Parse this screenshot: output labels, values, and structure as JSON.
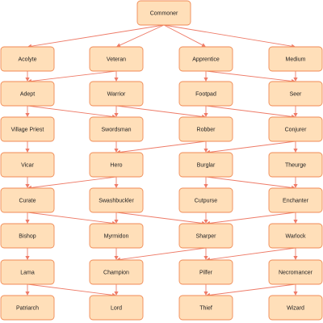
{
  "diagram": {
    "colors": {
      "node_fill": "#ffdfb9",
      "node_stroke": "#f08a55",
      "edge": "#ee7b68",
      "text": "#222222"
    },
    "root": {
      "id": "commoner",
      "label": "Commoner"
    },
    "rows": [
      [
        {
          "id": "acolyte",
          "label": "Acolyte"
        },
        {
          "id": "veteran",
          "label": "Veteran"
        },
        {
          "id": "apprentice",
          "label": "Apprentice"
        },
        {
          "id": "medium",
          "label": "Medium"
        }
      ],
      [
        {
          "id": "adept",
          "label": "Adept"
        },
        {
          "id": "warrior",
          "label": "Warrior"
        },
        {
          "id": "footpad",
          "label": "Footpad"
        },
        {
          "id": "seer",
          "label": "Seer"
        }
      ],
      [
        {
          "id": "village-priest",
          "label": "Village Priest"
        },
        {
          "id": "swordsman",
          "label": "Swordsman"
        },
        {
          "id": "robber",
          "label": "Robber"
        },
        {
          "id": "conjurer",
          "label": "Conjurer"
        }
      ],
      [
        {
          "id": "vicar",
          "label": "Vicar"
        },
        {
          "id": "hero",
          "label": "Hero"
        },
        {
          "id": "burglar",
          "label": "Burglar"
        },
        {
          "id": "theurge",
          "label": "Theurge"
        }
      ],
      [
        {
          "id": "curate",
          "label": "Curate"
        },
        {
          "id": "swashbuckler",
          "label": "Swashbuckler"
        },
        {
          "id": "cutpurse",
          "label": "Cutpurse"
        },
        {
          "id": "enchanter",
          "label": "Enchanter"
        }
      ],
      [
        {
          "id": "bishop",
          "label": "Bishop"
        },
        {
          "id": "myrmidon",
          "label": "Myrmidon"
        },
        {
          "id": "sharper",
          "label": "Sharper"
        },
        {
          "id": "warlock",
          "label": "Warlock"
        }
      ],
      [
        {
          "id": "lama",
          "label": "Lama"
        },
        {
          "id": "champion",
          "label": "Champion"
        },
        {
          "id": "pilfer",
          "label": "Pilfer"
        },
        {
          "id": "necromancer",
          "label": "Necromancer"
        }
      ],
      [
        {
          "id": "patriarch",
          "label": "Patriarch"
        },
        {
          "id": "lord",
          "label": "Lord"
        },
        {
          "id": "thief",
          "label": "Thief"
        },
        {
          "id": "wizard",
          "label": "Wizard"
        }
      ]
    ],
    "edges": [
      [
        "commoner",
        "acolyte"
      ],
      [
        "commoner",
        "veteran"
      ],
      [
        "commoner",
        "apprentice"
      ],
      [
        "commoner",
        "medium"
      ],
      [
        "acolyte",
        "adept"
      ],
      [
        "veteran",
        "warrior"
      ],
      [
        "apprentice",
        "footpad"
      ],
      [
        "medium",
        "seer"
      ],
      [
        "veteran",
        "adept"
      ],
      [
        "apprentice",
        "seer"
      ],
      [
        "adept",
        "village-priest"
      ],
      [
        "warrior",
        "swordsman"
      ],
      [
        "footpad",
        "robber"
      ],
      [
        "seer",
        "conjurer"
      ],
      [
        "adept",
        "swordsman"
      ],
      [
        "warrior",
        "robber"
      ],
      [
        "footpad",
        "conjurer"
      ],
      [
        "village-priest",
        "vicar"
      ],
      [
        "swordsman",
        "hero"
      ],
      [
        "robber",
        "burglar"
      ],
      [
        "conjurer",
        "theurge"
      ],
      [
        "robber",
        "hero"
      ],
      [
        "conjurer",
        "burglar"
      ],
      [
        "vicar",
        "curate"
      ],
      [
        "hero",
        "swashbuckler"
      ],
      [
        "burglar",
        "cutpurse"
      ],
      [
        "theurge",
        "enchanter"
      ],
      [
        "hero",
        "curate"
      ],
      [
        "burglar",
        "enchanter"
      ],
      [
        "curate",
        "bishop"
      ],
      [
        "swashbuckler",
        "myrmidon"
      ],
      [
        "cutpurse",
        "sharper"
      ],
      [
        "enchanter",
        "warlock"
      ],
      [
        "curate",
        "myrmidon"
      ],
      [
        "swashbuckler",
        "sharper"
      ],
      [
        "enchanter",
        "sharper"
      ],
      [
        "bishop",
        "lama"
      ],
      [
        "myrmidon",
        "champion"
      ],
      [
        "sharper",
        "pilfer"
      ],
      [
        "warlock",
        "necromancer"
      ],
      [
        "sharper",
        "champion"
      ],
      [
        "warlock",
        "pilfer"
      ],
      [
        "lama",
        "patriarch"
      ],
      [
        "champion",
        "lord"
      ],
      [
        "pilfer",
        "thief"
      ],
      [
        "necromancer",
        "wizard"
      ],
      [
        "lama",
        "lord"
      ],
      [
        "necromancer",
        "thief"
      ]
    ]
  }
}
